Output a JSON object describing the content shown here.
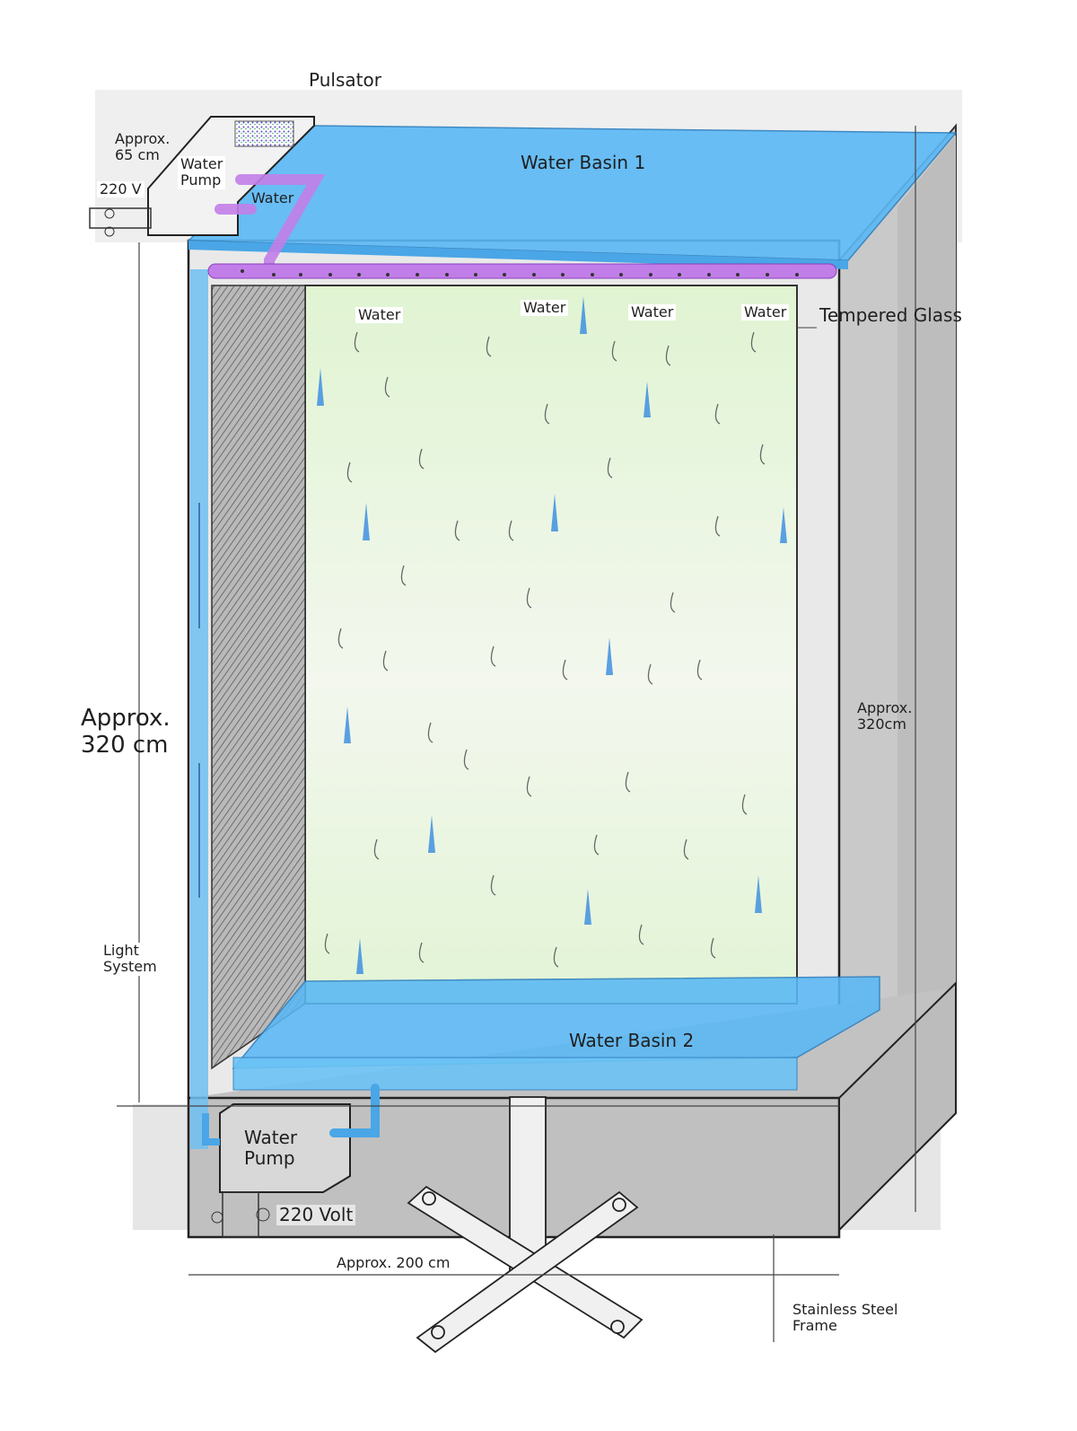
{
  "labels": {
    "pulsator": "Pulsator",
    "approx_65_line1": "Approx.",
    "approx_65_line2": "65 cm",
    "top_pump_line1": "Water",
    "top_pump_line2": "Pump",
    "volt_220_top": "220 V",
    "water_pipe_top": "Water",
    "water_basin_1": "Water Basin 1",
    "water_1": "Water",
    "water_2": "Water",
    "water_3": "Water",
    "water_4": "Water",
    "tempered_glass": "Tempered Glass",
    "height_left_line1": "Approx.",
    "height_left_line2": "320 cm",
    "height_right_line1": "Approx.",
    "height_right_line2": "320cm",
    "light_line1": "Light",
    "light_line2": "System",
    "water_basin_2": "Water Basin 2",
    "bottom_pump_line1": "Water",
    "bottom_pump_line2": "Pump",
    "volt_220_bottom": "220 Volt",
    "width_200": "Approx. 200 cm",
    "frame_line1": "Stainless Steel",
    "frame_line2": "Frame"
  },
  "colors": {
    "water_blue": "#5ab8f5",
    "pipe_purple": "#c27ee8",
    "glass_green": "#e3f5d8",
    "frame_gray": "#c9c9c9",
    "drop_blue": "#3f8fe0"
  }
}
